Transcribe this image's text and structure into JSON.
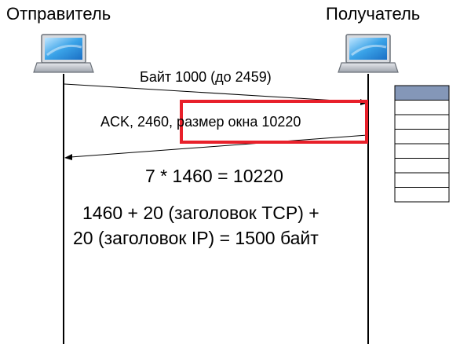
{
  "sender": {
    "title": "Отправитель",
    "icon": "laptop-icon"
  },
  "receiver": {
    "title": "Получатель",
    "icon": "laptop-icon"
  },
  "messages": {
    "segment": "Байт 1000 (до 2459)",
    "ack": "ACK, 2460, размер окна 10220",
    "highlight_color": "#e8202a"
  },
  "calculations": {
    "line1": "7 * 1460 = 10220",
    "line2": "1460 + 20 (заголовок TCP) +",
    "line3": "20 (заголовок IP) = 1500 байт"
  },
  "buffer": {
    "slots": 8,
    "filled_slots": 1,
    "fill_color": "#8497b8"
  }
}
